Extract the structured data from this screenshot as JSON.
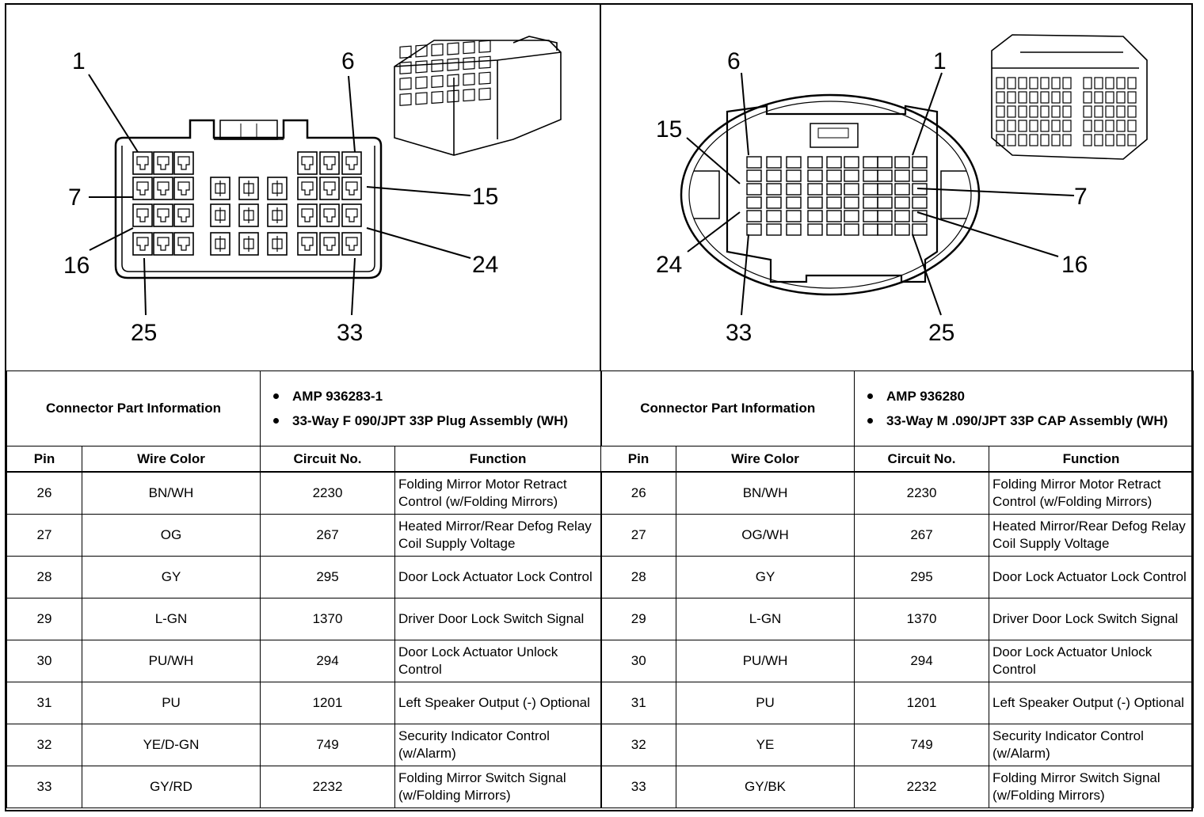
{
  "left": {
    "callouts": [
      "1",
      "6",
      "7",
      "15",
      "16",
      "24",
      "25",
      "33"
    ],
    "info_label": "Connector Part Information",
    "info": [
      "AMP 936283-1",
      "33-Way F 090/JPT 33P Plug Assembly (WH)"
    ],
    "headers": [
      "Pin",
      "Wire Color",
      "Circuit No.",
      "Function"
    ],
    "rows": [
      {
        "pin": "26",
        "color": "BN/WH",
        "circuit": "2230",
        "function": "Folding Mirror Motor Retract Control (w/Folding Mirrors)"
      },
      {
        "pin": "27",
        "color": "OG",
        "circuit": "267",
        "function": "Heated Mirror/Rear Defog Relay Coil Supply Voltage"
      },
      {
        "pin": "28",
        "color": "GY",
        "circuit": "295",
        "function": "Door Lock Actuator Lock Control"
      },
      {
        "pin": "29",
        "color": "L-GN",
        "circuit": "1370",
        "function": "Driver Door Lock Switch Signal"
      },
      {
        "pin": "30",
        "color": "PU/WH",
        "circuit": "294",
        "function": "Door Lock Actuator Unlock Control"
      },
      {
        "pin": "31",
        "color": "PU",
        "circuit": "1201",
        "function": "Left Speaker Output (-) Optional"
      },
      {
        "pin": "32",
        "color": "YE/D-GN",
        "circuit": "749",
        "function": "Security Indicator Control (w/Alarm)"
      },
      {
        "pin": "33",
        "color": "GY/RD",
        "circuit": "2232",
        "function": "Folding Mirror Switch Signal (w/Folding Mirrors)"
      }
    ]
  },
  "right": {
    "callouts": [
      "6",
      "1",
      "15",
      "7",
      "24",
      "16",
      "33",
      "25"
    ],
    "info_label": "Connector Part Information",
    "info": [
      "AMP 936280",
      "33-Way M .090/JPT 33P CAP Assembly (WH)"
    ],
    "headers": [
      "Pin",
      "Wire Color",
      "Circuit No.",
      "Function"
    ],
    "rows": [
      {
        "pin": "26",
        "color": "BN/WH",
        "circuit": "2230",
        "function": "Folding Mirror Motor Retract Control (w/Folding Mirrors)"
      },
      {
        "pin": "27",
        "color": "OG/WH",
        "circuit": "267",
        "function": "Heated Mirror/Rear Defog Relay Coil Supply Voltage"
      },
      {
        "pin": "28",
        "color": "GY",
        "circuit": "295",
        "function": "Door Lock Actuator Lock Control"
      },
      {
        "pin": "29",
        "color": "L-GN",
        "circuit": "1370",
        "function": "Driver Door Lock Switch Signal"
      },
      {
        "pin": "30",
        "color": "PU/WH",
        "circuit": "294",
        "function": "Door Lock Actuator Unlock Control"
      },
      {
        "pin": "31",
        "color": "PU",
        "circuit": "1201",
        "function": "Left Speaker Output (-) Optional"
      },
      {
        "pin": "32",
        "color": "YE",
        "circuit": "749",
        "function": "Security Indicator Control (w/Alarm)"
      },
      {
        "pin": "33",
        "color": "GY/BK",
        "circuit": "2232",
        "function": "Folding Mirror Switch Signal (w/Folding Mirrors)"
      }
    ]
  }
}
